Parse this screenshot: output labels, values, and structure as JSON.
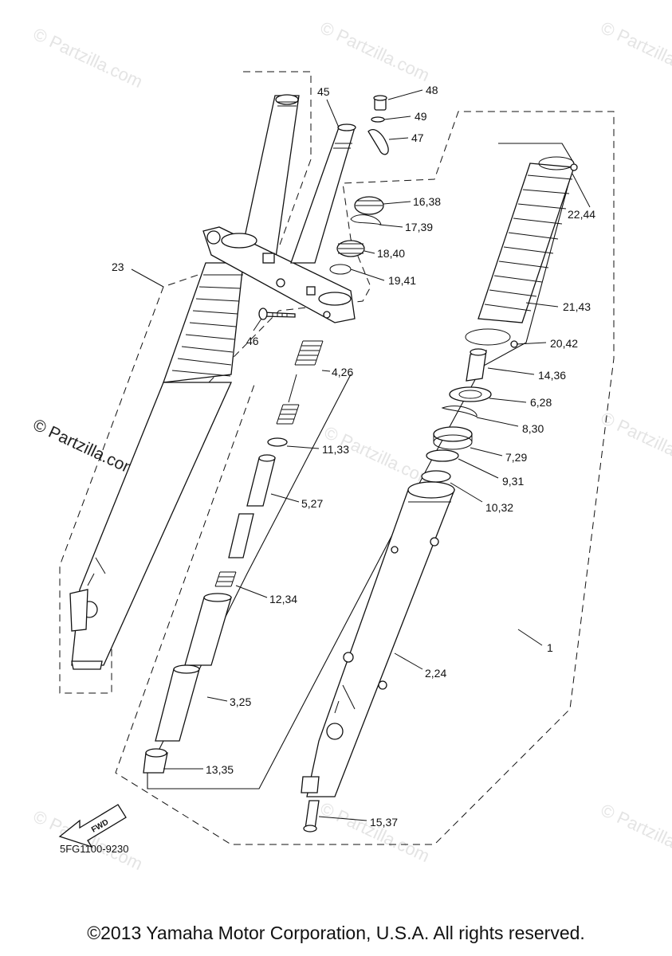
{
  "watermark": "© Partzilla.com",
  "diagram_code": "5FG1100-9230",
  "fwd_label": "FWD",
  "copyright": "©2013 Yamaha Motor Corporation, U.S.A. All rights reserved.",
  "callouts": {
    "c1": "1",
    "c2_24": "2,24",
    "c3_25": "3,25",
    "c4_26": "4,26",
    "c5_27": "5,27",
    "c6_28": "6,28",
    "c7_29": "7,29",
    "c8_30": "8,30",
    "c9_31": "9,31",
    "c10_32": "10,32",
    "c11_33": "11,33",
    "c12_34": "12,34",
    "c13_35": "13,35",
    "c14_36": "14,36",
    "c15_37": "15,37",
    "c16_38": "16,38",
    "c17_39": "17,39",
    "c18_40": "18,40",
    "c19_41": "19,41",
    "c20_42": "20,42",
    "c21_43": "21,43",
    "c22_44": "22,44",
    "c23": "23",
    "c45": "45",
    "c46": "46",
    "c47": "47",
    "c48": "48",
    "c49": "49"
  }
}
